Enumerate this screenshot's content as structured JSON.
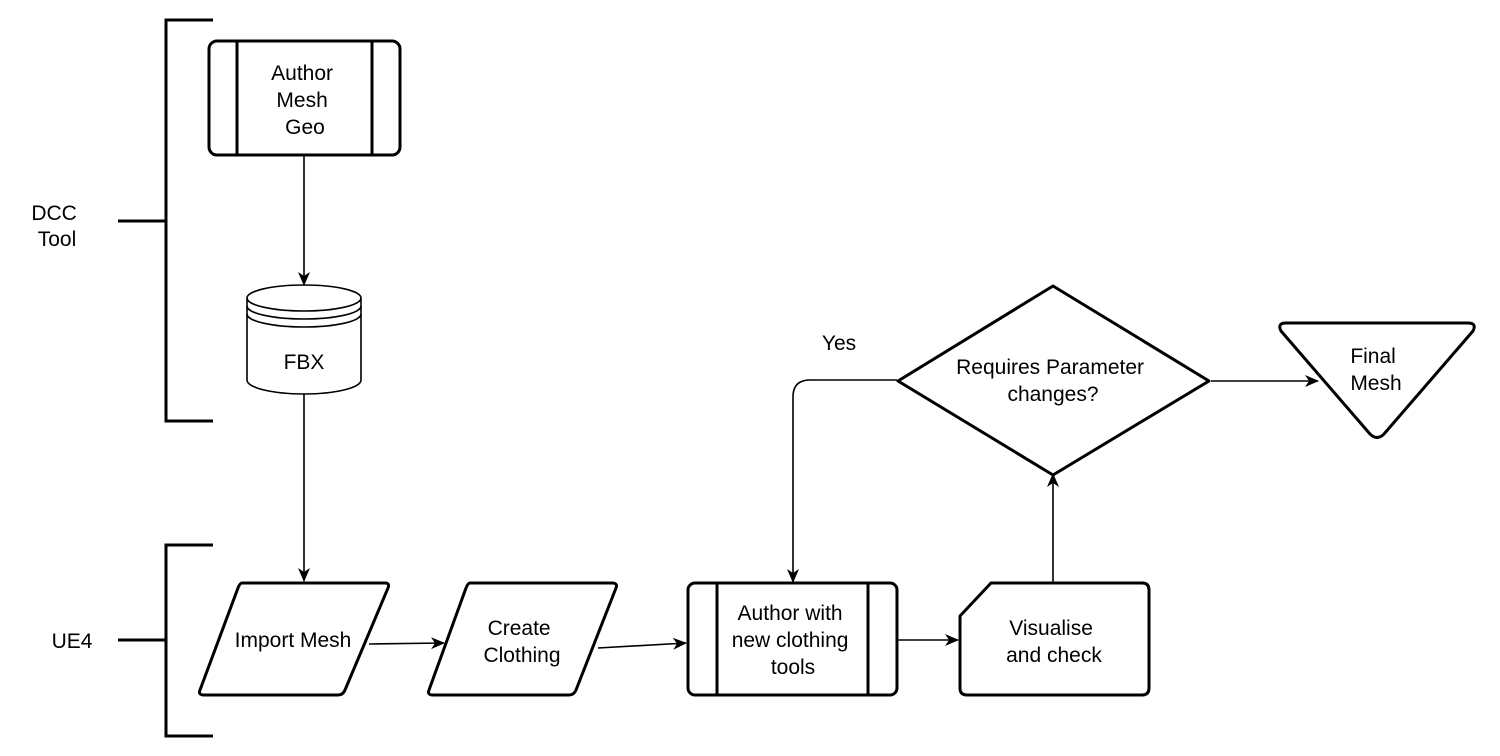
{
  "groups": {
    "dcc": {
      "label_lines": [
        "DCC",
        "Tool"
      ]
    },
    "ue4": {
      "label_lines": [
        "UE4"
      ]
    }
  },
  "nodes": {
    "author_mesh_geo": {
      "lines": [
        "Author",
        "Mesh",
        "Geo"
      ]
    },
    "fbx": {
      "lines": [
        "FBX"
      ]
    },
    "import_mesh": {
      "lines": [
        "Import Mesh"
      ]
    },
    "create_clothing": {
      "lines": [
        "Create",
        "Clothing"
      ]
    },
    "author_tools": {
      "lines": [
        "Author with",
        "new clothing",
        "tools"
      ]
    },
    "visualise": {
      "lines": [
        "Visualise",
        "and check"
      ]
    },
    "decision": {
      "lines": [
        "Requires Parameter",
        "changes?"
      ]
    },
    "final_mesh": {
      "lines": [
        "Final",
        "Mesh"
      ]
    }
  },
  "edge_labels": {
    "yes": "Yes"
  }
}
